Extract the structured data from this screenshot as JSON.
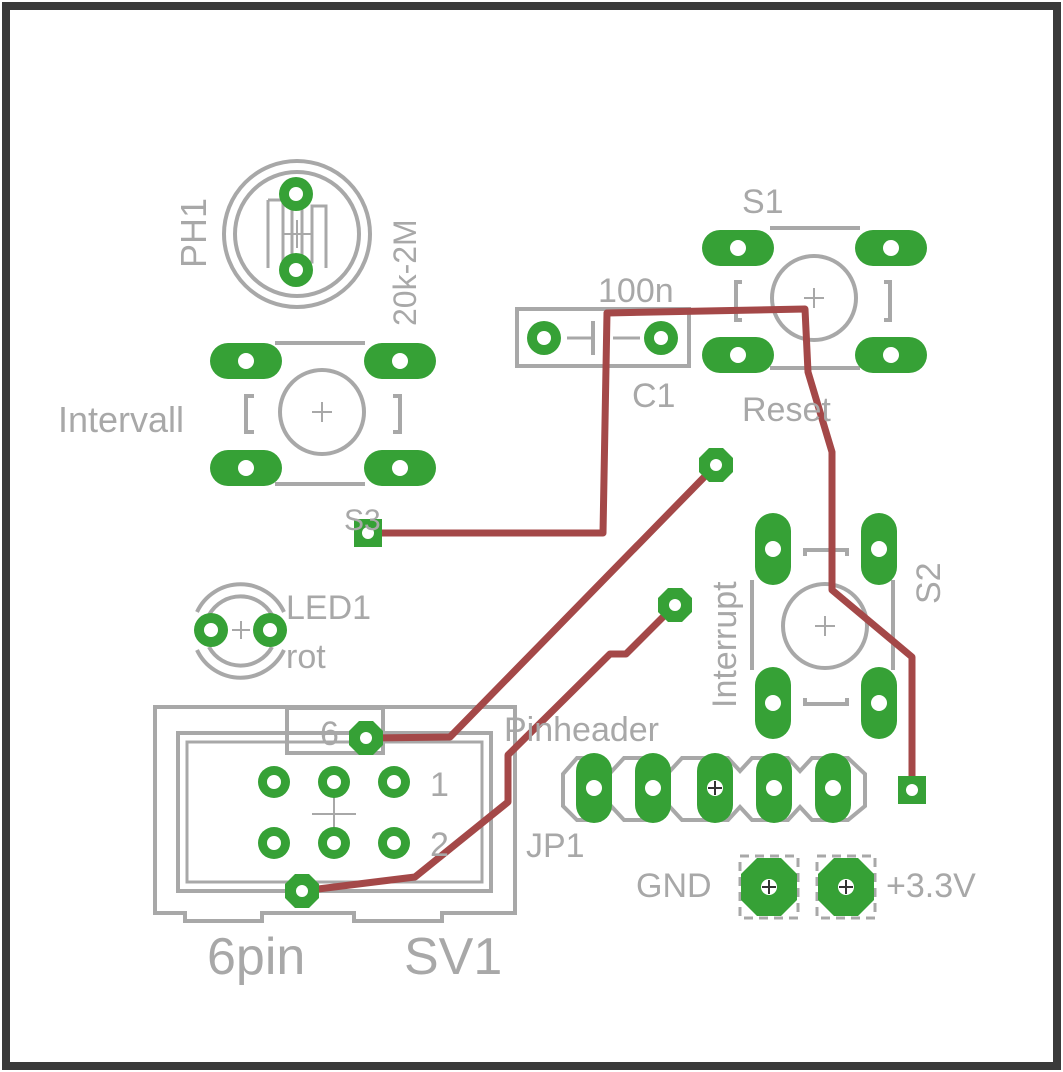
{
  "colors": {
    "silkscreen": "#a8a8a8",
    "pad": "#36a136",
    "trace": "#a44848",
    "outline": "#3a3a3a",
    "background": "#ffffff"
  },
  "components": {
    "ph1": {
      "name": "PH1",
      "value": "20k-2M"
    },
    "c1": {
      "name": "C1",
      "value": "100n"
    },
    "s1": {
      "name": "S1",
      "value": "Reset"
    },
    "s3": {
      "name": "S3",
      "value": "Intervall"
    },
    "s2": {
      "name": "S2",
      "value": "Interrupt"
    },
    "led1": {
      "name": "LED1",
      "value": "rot"
    },
    "sv1": {
      "name": "SV1",
      "value": "6pin",
      "pin_labels": [
        "6",
        "1",
        "2"
      ]
    },
    "jp1": {
      "name": "JP1",
      "value": "Pinheader"
    },
    "power": {
      "gnd": "GND",
      "vcc": "+3.3V"
    }
  }
}
